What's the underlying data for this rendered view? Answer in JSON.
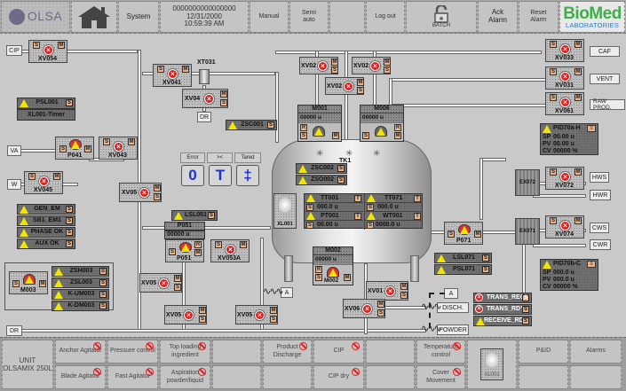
{
  "header": {
    "logo_left": "OLSA",
    "home_icon": "home-icon",
    "system_label": "System",
    "datetime": {
      "code": "0000000000000000",
      "date": "12/31/2000",
      "time": "10:59:39 AM"
    },
    "manual_label": "Manual",
    "semi_auto_label": "Semi auto",
    "logout_label": "Log out",
    "batch_label": "BATCH",
    "ack_alarm_label": "Ack Alarm",
    "reset_alarm_label": "Reset Alarm",
    "logo_right_top": "BioMed",
    "logo_right_bottom": "LABORATORIES",
    "colors": {
      "biomed_green": "#3fae49",
      "biomed_blue": "#2a79c4"
    }
  },
  "tags": {
    "cip": "CIP",
    "va": "VA",
    "w": "W",
    "dr_left": "DR",
    "dr_top": "DR",
    "caf": "CAF",
    "vent": "VENT",
    "raw_prod": "RAW PROD.",
    "hws": "HWS",
    "hwr": "HWR",
    "cws": "CWS",
    "cwr": "CWR",
    "a1": "A",
    "a2": "A",
    "disch": "DISCH.",
    "powder": "POWDER"
  },
  "valves": {
    "xv054": "XV054",
    "xv041": "XV041",
    "xv04": "XV04",
    "xt031": "XT031",
    "xv02a": "XV02",
    "xv02b": "XV02",
    "xv02c": "XV02",
    "xv033": "XV033",
    "xv031": "XV031",
    "xv061": "XV061",
    "xv043": "XV043",
    "xv045": "XV045",
    "xv05a": "XV05",
    "xv053a": "XV053A",
    "xv05b": "XV05",
    "xv05c": "XV05",
    "xv05d": "XV05",
    "xv072": "XV072",
    "xv074": "XV074",
    "xv01": "XV01",
    "xv06": "XV06"
  },
  "pumps": {
    "p041": "P041",
    "p051": "P051",
    "p071": "P071"
  },
  "motors": {
    "m001": {
      "name": "M001",
      "value": "00000 u"
    },
    "m006": {
      "name": "M006",
      "value": "00000 u"
    },
    "m002": {
      "name": "M002",
      "value": "00000 u",
      "footer": "M002"
    },
    "m003": "M003"
  },
  "psl001": {
    "tag": "PSL001",
    "timer": "XL001-Timer"
  },
  "zsc001": "ZSC001",
  "tank": {
    "name": "TK1",
    "zsc002": "ZSC002",
    "zso002": "ZSO002",
    "lamp": "XL001"
  },
  "instruments": [
    {
      "tag": "TT001",
      "value": "000.0 u"
    },
    {
      "tag": "TT071",
      "value": "000.0 u"
    },
    {
      "tag": "PT001",
      "value": "00.00 u"
    },
    {
      "tag": "WT001",
      "value": "0000.0 u"
    }
  ],
  "power_alarms": [
    "GEN_EM",
    "SB1_EM1",
    "PHASE OK",
    "AUX OK"
  ],
  "m003_alarms": [
    "ZSH003",
    "ZSL003",
    "K-UM003",
    "K-DM003"
  ],
  "p051_block": {
    "lsl": "LSL051",
    "name": "P051",
    "value": "00000 u"
  },
  "mode_buttons": [
    {
      "header": "Error",
      "symbol": "0"
    },
    {
      "header": "><",
      "symbol": "T"
    },
    {
      "header": "Tared",
      "symbol": "‡"
    }
  ],
  "level_alarms": [
    "LSL071",
    "PSL071"
  ],
  "pid_h": {
    "title": "PID70a-H",
    "sp": "00.00 u",
    "pv": "00.00 u",
    "cv": "00000 %"
  },
  "pid_c": {
    "title": "PID70b-C",
    "sp": "000.0 u",
    "pv": "000.0 u",
    "cv": "00000 %"
  },
  "exchangers": {
    "ex072": "EX072",
    "ex071": "EX071"
  },
  "trans_signals": [
    {
      "label": "TRANS_REQ",
      "state": "error"
    },
    {
      "label": "TRANS_RDY",
      "state": "error"
    },
    {
      "label": "RECEIVE_RDY",
      "state": "warning"
    }
  ],
  "footer": {
    "unit_label": "UNIT OLSAMIX 250L",
    "buttons": [
      {
        "label": "Anchor Agitator",
        "disabled": true
      },
      {
        "label": "Blade Agitator",
        "disabled": true
      },
      {
        "label": "Pressure control",
        "disabled": true
      },
      {
        "label": "Fast Agitator",
        "disabled": true
      },
      {
        "label": "Top loading ingredient",
        "disabled": true
      },
      {
        "label": "Aspiration powder/liquid",
        "disabled": true
      },
      {
        "label": "Product Discharge",
        "disabled": true
      },
      {
        "label": "CIP",
        "disabled": true
      },
      {
        "label": "CIP dry",
        "disabled": true
      },
      {
        "label": "Temperature control",
        "disabled": true
      },
      {
        "label": "Cover Movement",
        "disabled": true
      }
    ],
    "lamp_label": "XL001",
    "pid_label": "P&ID",
    "alarms_label": "Alarms"
  }
}
